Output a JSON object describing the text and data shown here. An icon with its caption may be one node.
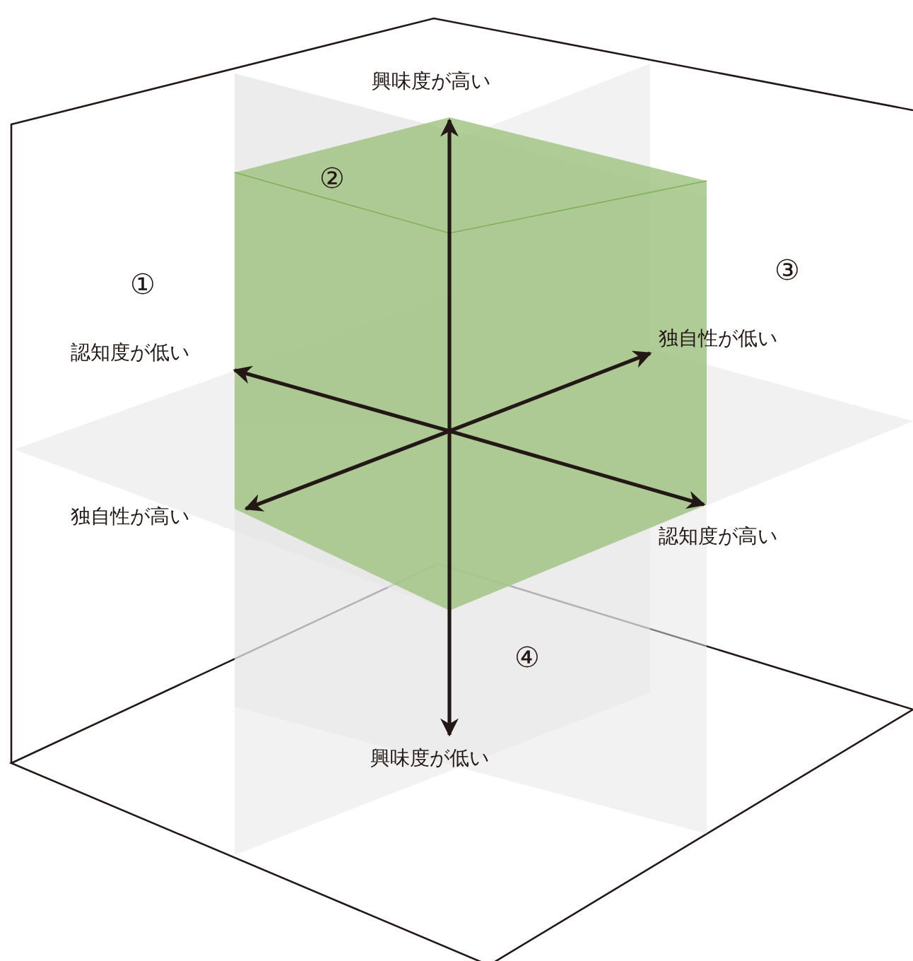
{
  "diagram": {
    "labels": [
      "興味度が高い",
      "②",
      "①",
      "③",
      "認知度が低い",
      "独自性が低い",
      "独自性が高い",
      "認知度が高い",
      "④",
      "興味度が低い"
    ]
  }
}
